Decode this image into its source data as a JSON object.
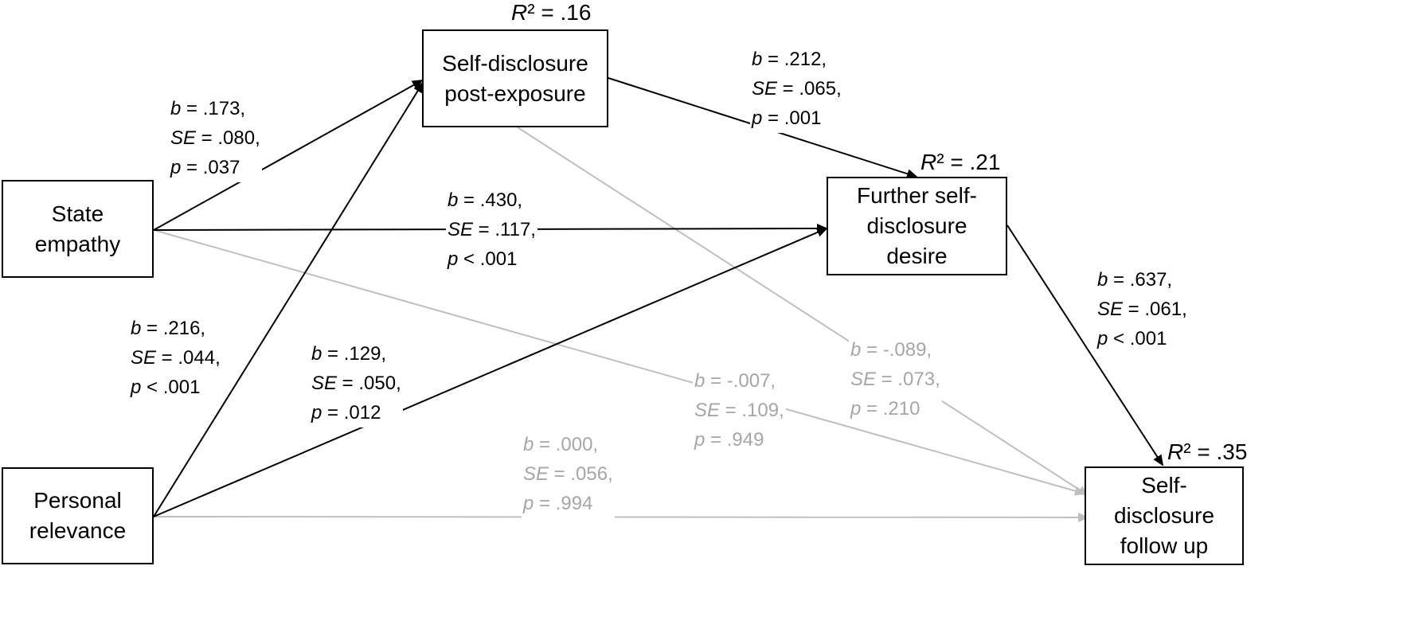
{
  "nodes": {
    "state_empathy": {
      "lines": [
        "State",
        "empathy"
      ]
    },
    "personal_relevance": {
      "lines": [
        "Personal",
        "relevance"
      ]
    },
    "sd_post": {
      "lines": [
        "Self-disclosure",
        "post-exposure"
      ],
      "r2": ".16"
    },
    "further_sd": {
      "lines": [
        "Further self-",
        "disclosure",
        "desire"
      ],
      "r2": ".21"
    },
    "sd_follow": {
      "lines": [
        "Self-",
        "disclosure",
        "follow up"
      ],
      "r2": ".35"
    }
  },
  "r2_label": "R² =",
  "paths": {
    "se_to_sdpost": {
      "b": ".173,",
      "se": ".080,",
      "p_op": "=",
      "p": ".037",
      "significant": true
    },
    "se_to_further": {
      "b": ".430,",
      "se": ".117,",
      "p_op": "<",
      "p": ".001",
      "significant": true
    },
    "se_to_follow": {
      "b": "-.007,",
      "se": ".109,",
      "p_op": "=",
      "p": ".949",
      "significant": false
    },
    "pr_to_sdpost": {
      "b": ".216,",
      "se": ".044,",
      "p_op": "<",
      "p": ".001",
      "significant": true
    },
    "pr_to_further": {
      "b": ".129,",
      "se": ".050,",
      "p_op": "=",
      "p": ".012",
      "significant": true
    },
    "pr_to_follow": {
      "b": ".000,",
      "se": ".056,",
      "p_op": "=",
      "p": ".994",
      "significant": false
    },
    "sdpost_to_further": {
      "b": ".212,",
      "se": ".065,",
      "p_op": "=",
      "p": ".001",
      "significant": true
    },
    "sdpost_to_follow": {
      "b": "-.089,",
      "se": ".073,",
      "p_op": "=",
      "p": ".210",
      "significant": false
    },
    "further_to_follow": {
      "b": ".637,",
      "se": ".061,",
      "p_op": "<",
      "p": ".001",
      "significant": true
    }
  },
  "colors": {
    "significant": "#000000",
    "nonsignificant": "#bfbfbf",
    "nonsignificant_text": "#a6a6a6"
  }
}
